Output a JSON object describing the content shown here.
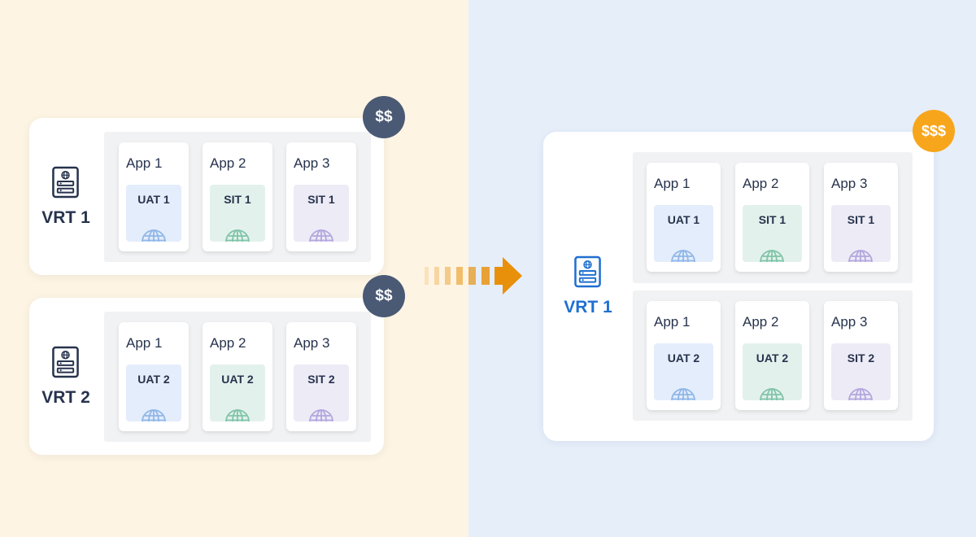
{
  "colors": {
    "left_bg": "#fdf4e3",
    "right_bg": "#e6eefa",
    "dark_badge": "#4a5a75",
    "gold_badge": "#f7a61c",
    "arrow": "#e8900a",
    "globe_blue": "#8fb6e8",
    "globe_green": "#7fc4a8",
    "globe_purple": "#b3a6de"
  },
  "left": {
    "vrt1": {
      "label": "VRT 1",
      "cost": "$$",
      "apps": [
        {
          "name": "App 1",
          "env": "UAT 1"
        },
        {
          "name": "App 2",
          "env": "SIT 1"
        },
        {
          "name": "App 3",
          "env": "SIT 1"
        }
      ]
    },
    "vrt2": {
      "label": "VRT 2",
      "cost": "$$",
      "apps": [
        {
          "name": "App 1",
          "env": "UAT 2"
        },
        {
          "name": "App 2",
          "env": "UAT 2"
        },
        {
          "name": "App 3",
          "env": "SIT 2"
        }
      ]
    }
  },
  "right": {
    "vrt": {
      "label": "VRT 1",
      "cost": "$$$",
      "groups": [
        {
          "apps": [
            {
              "name": "App 1",
              "env": "UAT 1"
            },
            {
              "name": "App 2",
              "env": "SIT 1"
            },
            {
              "name": "App 3",
              "env": "SIT 1"
            }
          ]
        },
        {
          "apps": [
            {
              "name": "App 1",
              "env": "UAT 2"
            },
            {
              "name": "App 2",
              "env": "UAT 2"
            },
            {
              "name": "App 3",
              "env": "SIT 2"
            }
          ]
        }
      ]
    }
  }
}
